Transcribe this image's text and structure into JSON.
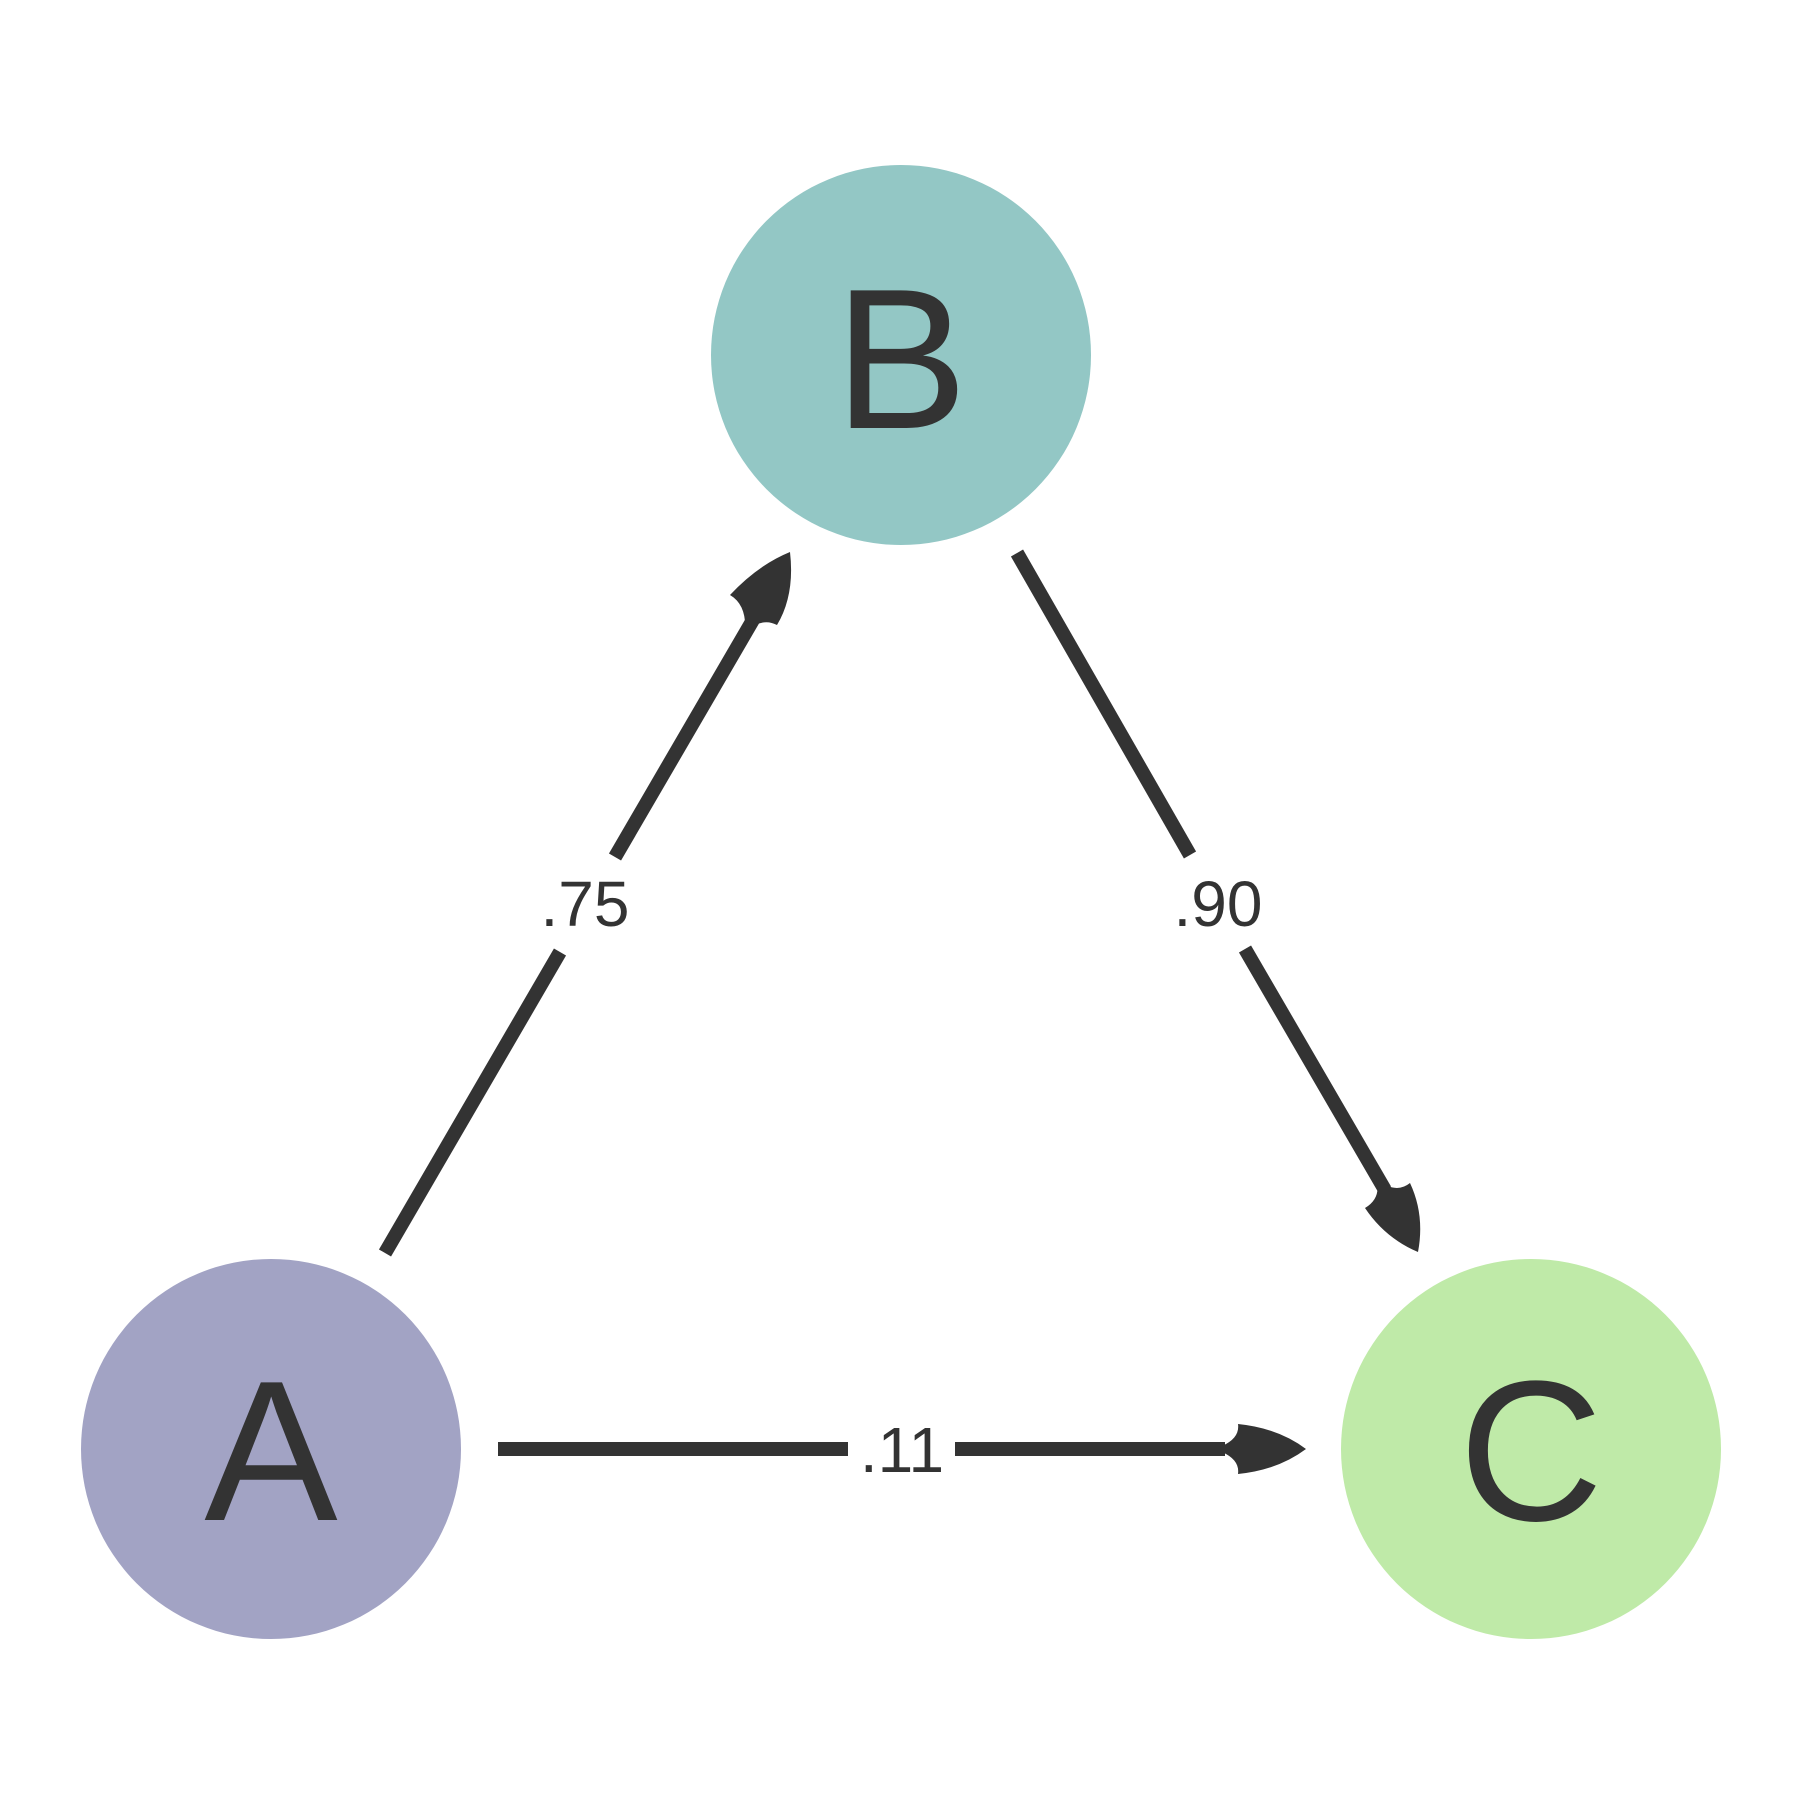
{
  "nodes": [
    {
      "id": "A",
      "label": "A",
      "color": "#a2a3c4"
    },
    {
      "id": "B",
      "label": "B",
      "color": "#93c7c5"
    },
    {
      "id": "C",
      "label": "C",
      "color": "#bfeaa8"
    }
  ],
  "edges": [
    {
      "from": "A",
      "to": "B",
      "label": ".75"
    },
    {
      "from": "B",
      "to": "C",
      "label": ".90"
    },
    {
      "from": "A",
      "to": "C",
      "label": ".11"
    }
  ],
  "colors": {
    "edge": "#333333",
    "text": "#333333",
    "background": "#ffffff"
  }
}
